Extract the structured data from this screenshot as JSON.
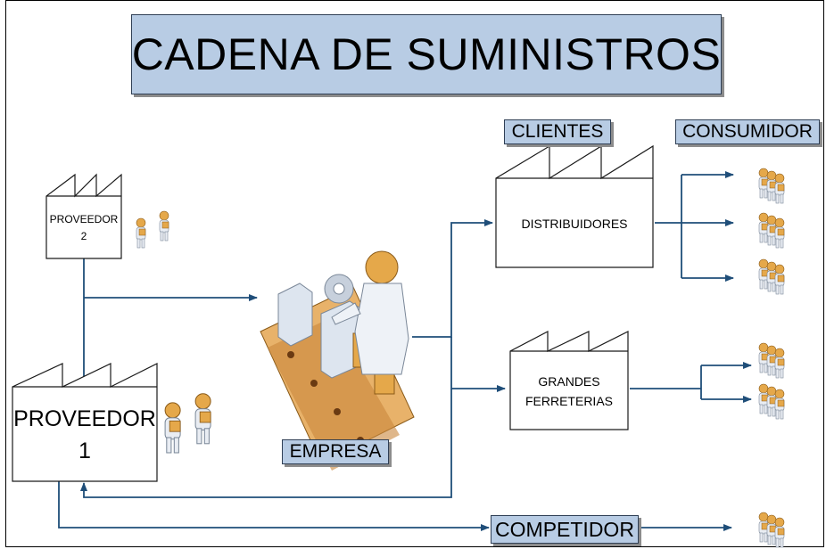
{
  "title": "CADENA DE SUMINISTROS",
  "labels": {
    "clientes": "CLIENTES",
    "consumidor": "CONSUMIDOR",
    "empresa": "EMPRESA",
    "competidor": "COMPETIDOR"
  },
  "factories": {
    "proveedor2": {
      "line1": "PROVEEDOR",
      "line2": "2"
    },
    "proveedor1": {
      "line1": "PROVEEDOR",
      "line2": "1"
    },
    "distribuidores": {
      "line1": "DISTRIBUIDORES"
    },
    "grandes_ferreterias": {
      "line1": "GRANDES",
      "line2": "FERRETERIAS"
    }
  },
  "colors": {
    "label_fill": "#b8cce4",
    "arrow": "#1f4e79",
    "person": "#d9e1ec",
    "box": "#e5a84a",
    "conveyor": "#e0a060"
  }
}
